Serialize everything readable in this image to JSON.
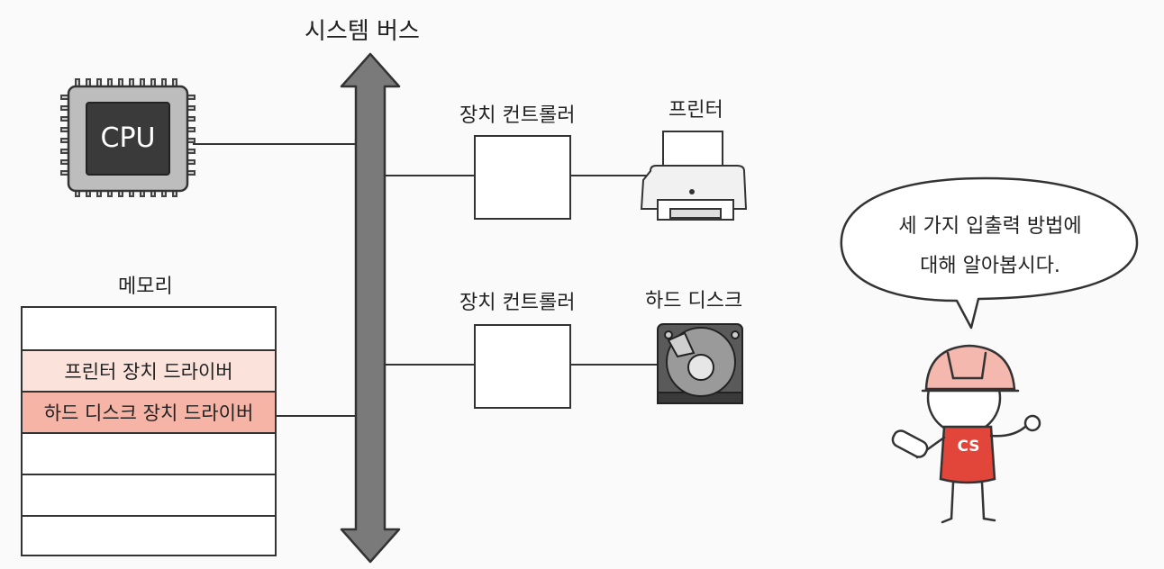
{
  "bus": {
    "label": "시스템 버스"
  },
  "cpu": {
    "label": "CPU"
  },
  "memory": {
    "title": "메모리",
    "rows": [
      "",
      "프린터 장치 드라이버",
      "하드 디스크 장치 드라이버",
      "",
      "",
      ""
    ],
    "colors": {
      "printer_row": "#fbe3dc",
      "hdd_row": "#f6b4a7"
    }
  },
  "controllers": [
    {
      "label": "장치 컨트롤러",
      "device": "프린터"
    },
    {
      "label": "장치 컨트롤러",
      "device": "하드 디스크"
    }
  ],
  "speech": {
    "line1": "세 가지 입출력 방법에",
    "line2": "대해 알아봅시다."
  },
  "character": {
    "shirt_text": "CS",
    "shirt_color": "#e2453a",
    "helmet_color": "#f5b8ae"
  }
}
